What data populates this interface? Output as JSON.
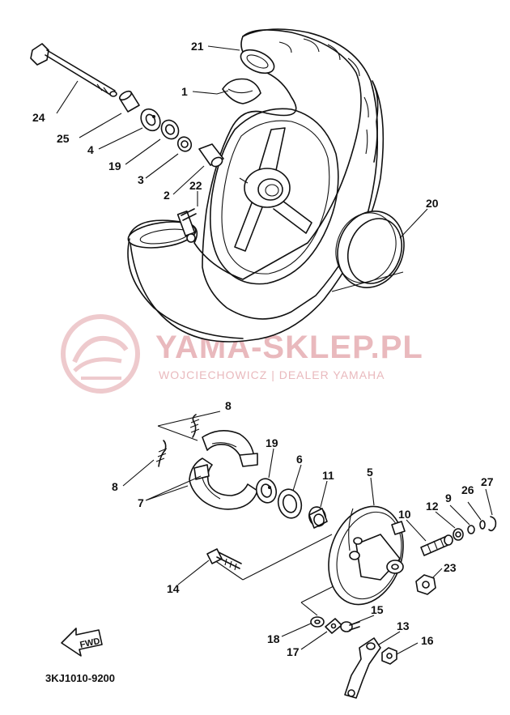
{
  "watermark": {
    "brand": "YAMA-SKLEP.PL",
    "dealer": "WOJCIECHOWICZ | DEALER YAMAHA"
  },
  "direction_marker": "FWD",
  "diagram_code": "3KJ1010-9200",
  "part_numbers": {
    "p1": "1",
    "p2": "2",
    "p3": "3",
    "p4": "4",
    "p5": "5",
    "p6": "6",
    "p7": "7",
    "p8a": "8",
    "p8b": "8",
    "p9": "9",
    "p10": "10",
    "p11": "11",
    "p12": "12",
    "p13": "13",
    "p14": "14",
    "p15": "15",
    "p16": "16",
    "p17": "17",
    "p18": "18",
    "p19a": "19",
    "p19b": "19",
    "p20": "20",
    "p21": "21",
    "p22": "22",
    "p23": "23",
    "p24": "24",
    "p25": "25",
    "p26": "26",
    "p27": "27"
  },
  "colors": {
    "line": "#111111",
    "watermark": "#e9b9bd"
  }
}
